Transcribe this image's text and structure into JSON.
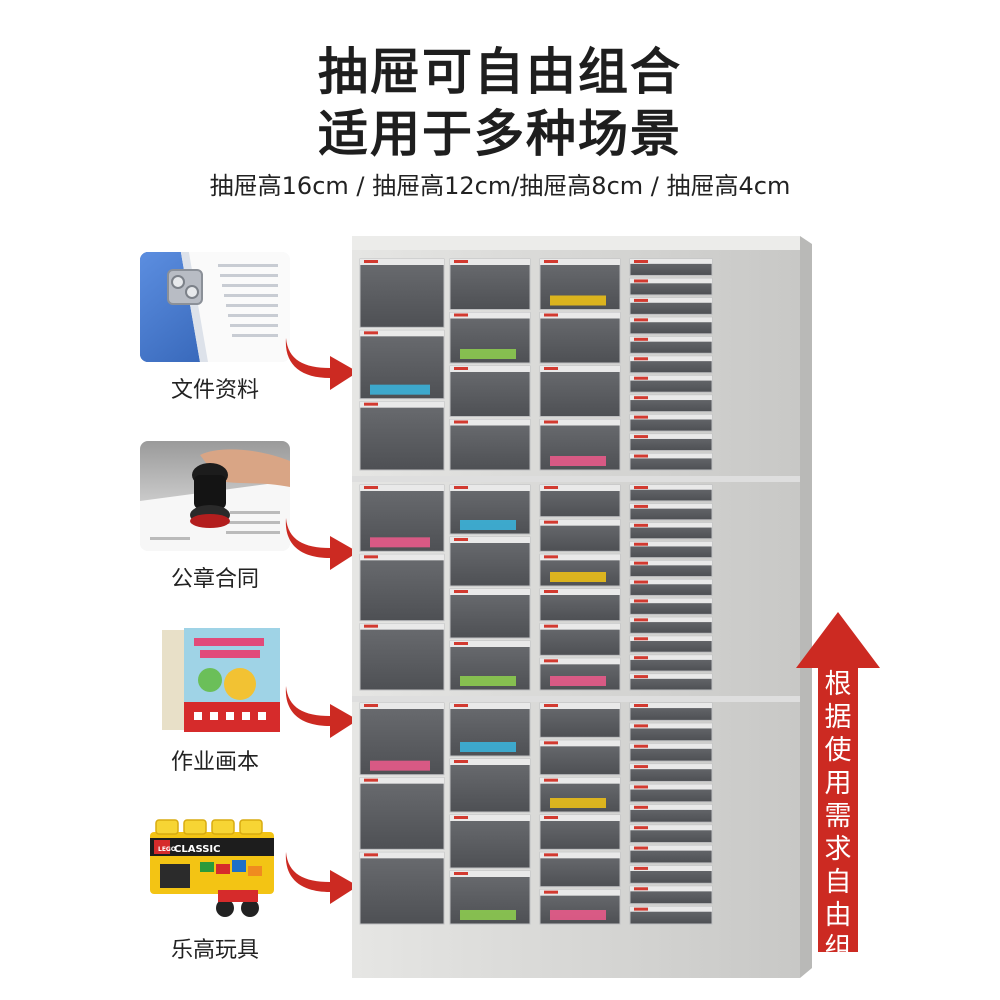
{
  "header": {
    "title_line1": "抽屉可自由组合",
    "title_line2": "适用于多种场景",
    "subtitle": "抽屉高16cm / 抽屉高12cm/抽屉高8cm / 抽屉高4cm"
  },
  "scenes": [
    {
      "label": "文件资料",
      "icon": "document-folder-icon"
    },
    {
      "label": "公章合同",
      "icon": "official-seal-icon"
    },
    {
      "label": "作业画本",
      "icon": "picture-book-icon"
    },
    {
      "label": "乐高玩具",
      "icon": "lego-box-icon"
    }
  ],
  "lego_box": {
    "brand": "LEGO",
    "series": "CLASSIC"
  },
  "side_banner": {
    "text": "根据使用需求自由组合"
  },
  "colors": {
    "accent_red": "#cc2a22",
    "cabinet_gray": "#d4d4d2",
    "drawer_dark": "#5a5c60",
    "handle_red": "#d23a30"
  }
}
